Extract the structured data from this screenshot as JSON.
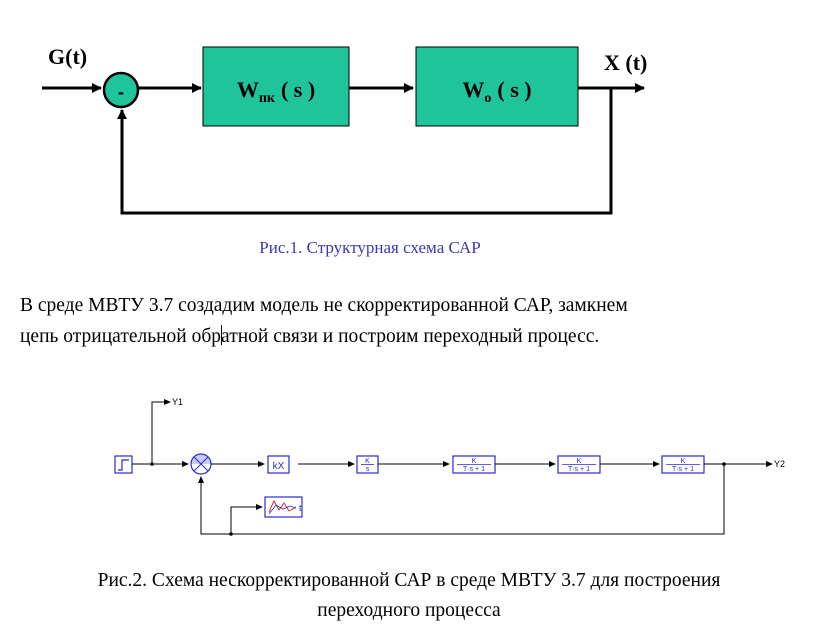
{
  "fig1": {
    "input_label": "G(t)",
    "output_label": "X (t)",
    "sum_sign": "-",
    "block1": {
      "main": "W",
      "sub": "пк",
      "tail": "( s )"
    },
    "block2": {
      "main": "W",
      "sub": "o",
      "tail": "( s )"
    },
    "caption": "Рис.1. Структурная схема САР",
    "colors": {
      "block_fill": "#1fc49a",
      "block_stroke": "#000000",
      "caption": "#3a3ab4"
    }
  },
  "paragraph": {
    "line1": "В среде МВТУ 3.7 создадим модель не скорректированной САР, замкнем",
    "line2a": "цепь отрицательной обр",
    "line2b": "атной связи и построим переходный процесс."
  },
  "fig2": {
    "out1": "Y1",
    "out2": "Y2",
    "gain_label": "kX",
    "integrator": {
      "num": "K",
      "den": "s"
    },
    "tf1": {
      "num": "K",
      "den": "T·s + 1"
    },
    "tf2": {
      "num": "K",
      "den": "T·s + 1"
    },
    "tf3": {
      "num": "K",
      "den": "T·s + 1"
    },
    "scope_label": "t",
    "colors": {
      "block": "#2a2ad4",
      "line": "#000000"
    }
  },
  "caption2": {
    "line1": "Рис.2. Схема нескорректированной САР в среде МВТУ 3.7 для построения",
    "line2": "переходного процесса"
  }
}
